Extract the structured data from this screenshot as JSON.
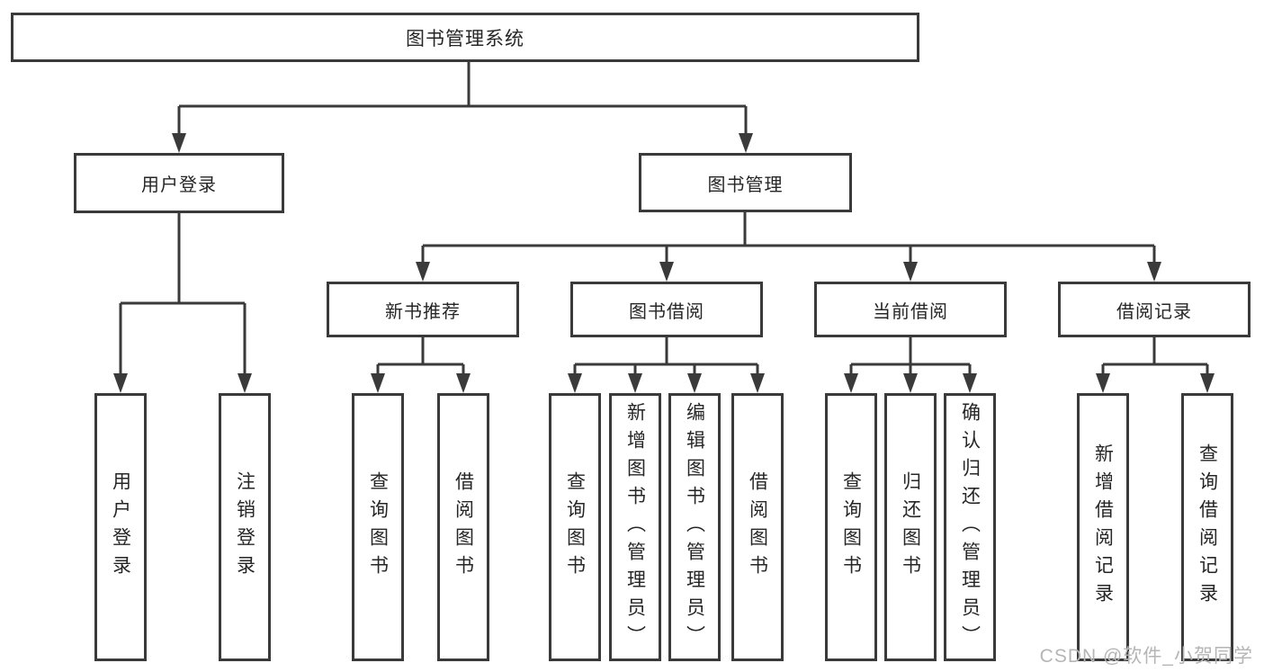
{
  "diagram": {
    "root": {
      "label": "图书管理系统"
    },
    "branches": {
      "user_login": {
        "label": "用户登录",
        "children": [
          {
            "label": "用户登录"
          },
          {
            "label": "注销登录"
          }
        ]
      },
      "book_manage": {
        "label": "图书管理",
        "sections": {
          "new_book": {
            "label": "新书推荐",
            "children": [
              {
                "label": "查询图书"
              },
              {
                "label": "借阅图书"
              }
            ]
          },
          "book_borrow": {
            "label": "图书借阅",
            "children": [
              {
                "label": "查询图书"
              },
              {
                "label": "新增图书（管理员）"
              },
              {
                "label": "编辑图书（管理员）"
              },
              {
                "label": "借阅图书"
              }
            ]
          },
          "current_borrow": {
            "label": "当前借阅",
            "children": [
              {
                "label": "查询图书"
              },
              {
                "label": "归还图书"
              },
              {
                "label": "确认归还（管理员）"
              }
            ]
          },
          "borrow_record": {
            "label": "借阅记录",
            "children": [
              {
                "label": "新增借阅记录"
              },
              {
                "label": "查询借阅记录"
              }
            ]
          }
        }
      }
    },
    "colors": {
      "line": "#3a3a3a",
      "box_border": "#3a3a3a",
      "text": "#262626",
      "watermark": "#b5b5b5",
      "background": "#ffffff"
    }
  },
  "watermark": {
    "text": "CSDN @软件_小贺同学"
  }
}
